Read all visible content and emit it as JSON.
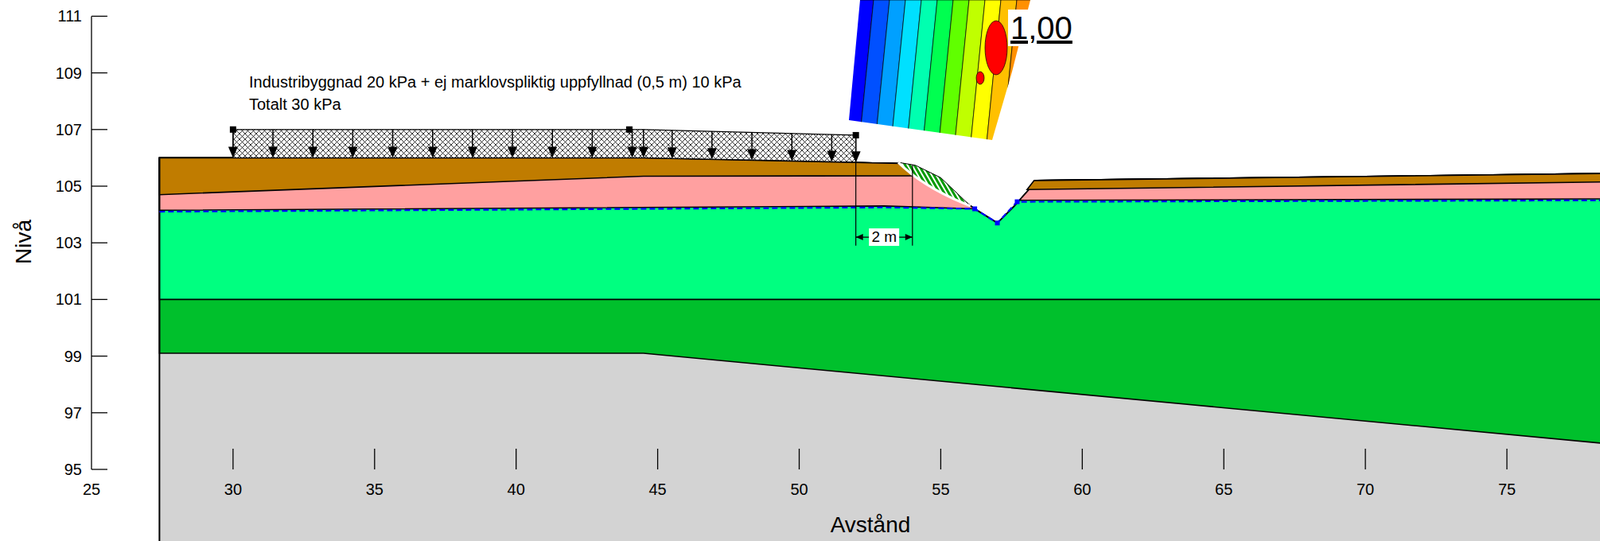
{
  "diagram": {
    "labels": [
      "111",
      "109",
      "107",
      "105",
      "103",
      "101",
      "99",
      "97",
      "95",
      "25",
      "30",
      "35",
      "40",
      "45",
      "50",
      "55",
      "60",
      "65",
      "70",
      "75",
      "Nivå",
      "Avstånd",
      "Industribyggnad 20 kPa + ej marklovspliktig uppfyllnad (0,5 m) 10 kPa",
      "Totalt 30 kPa",
      "2 m",
      "1,00"
    ]
  }
}
